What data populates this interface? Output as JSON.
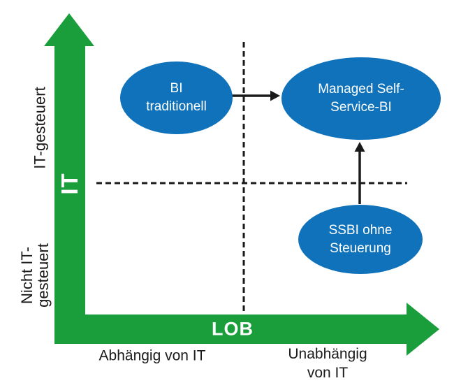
{
  "colors": {
    "axis_green": "#1a9e3b",
    "node_blue": "#0f72ba",
    "line_black": "#1a1a1a",
    "node_text": "#ffffff"
  },
  "axes": {
    "y": {
      "name": "IT",
      "high_label": "IT-gesteuert",
      "low_label_lines": [
        "Nicht IT-",
        "gesteuert"
      ]
    },
    "x": {
      "name": "LOB",
      "low_label": "Abhängig von IT",
      "high_label_lines": [
        "Unabhängig",
        "von IT"
      ]
    }
  },
  "nodes": [
    {
      "id": "bi-traditionell",
      "lines": [
        "BI",
        "traditionell"
      ]
    },
    {
      "id": "managed-self-service-bi",
      "lines": [
        "Managed Self-",
        "Service-BI"
      ]
    },
    {
      "id": "ssbi-ohne-steuerung",
      "lines": [
        "SSBI ohne",
        "Steuerung"
      ]
    }
  ],
  "edges": [
    {
      "from": "bi-traditionell",
      "to": "managed-self-service-bi"
    },
    {
      "from": "ssbi-ohne-steuerung",
      "to": "managed-self-service-bi"
    }
  ]
}
